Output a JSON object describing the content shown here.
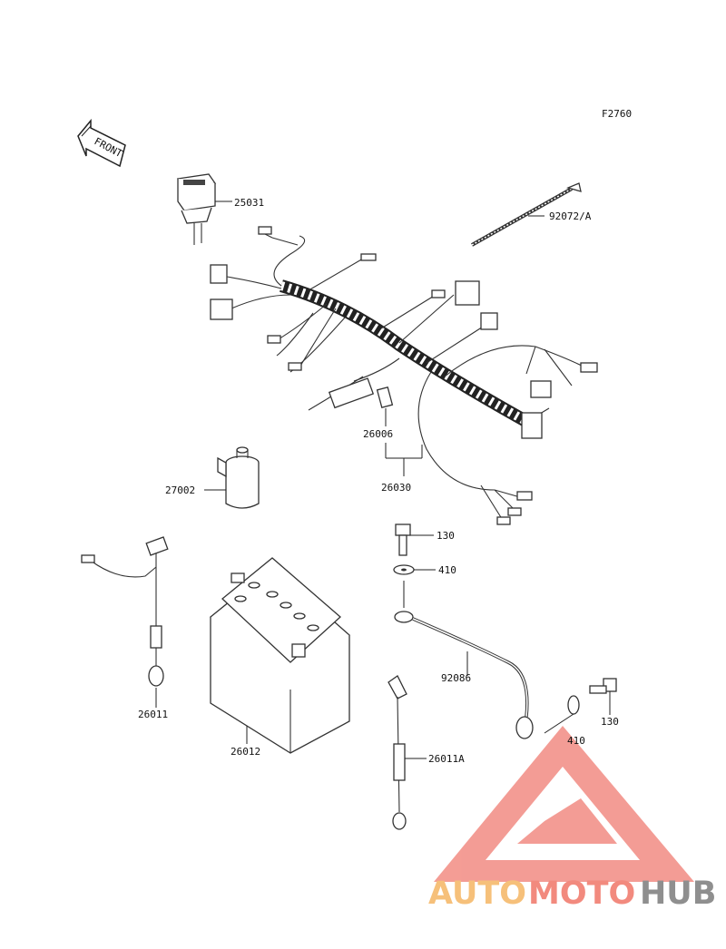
{
  "figure_code": "F2760",
  "front_label": "FRONT",
  "parts": {
    "p25031": "25031",
    "p92072a": "92072/A",
    "p26006": "26006",
    "p26030": "26030",
    "p27002": "27002",
    "p130a": "130",
    "p410a": "410",
    "p26011": "26011",
    "p26012": "26012",
    "p92086": "92086",
    "p130b": "130",
    "p410b": "410",
    "p26011a": "26011A"
  },
  "watermark": {
    "part1": "AUTO",
    "part2": "MOTO",
    "part3": "HUB",
    "color1": "#f6c07a",
    "color2": "#f28a7e",
    "color3": "#8f8f8f"
  }
}
